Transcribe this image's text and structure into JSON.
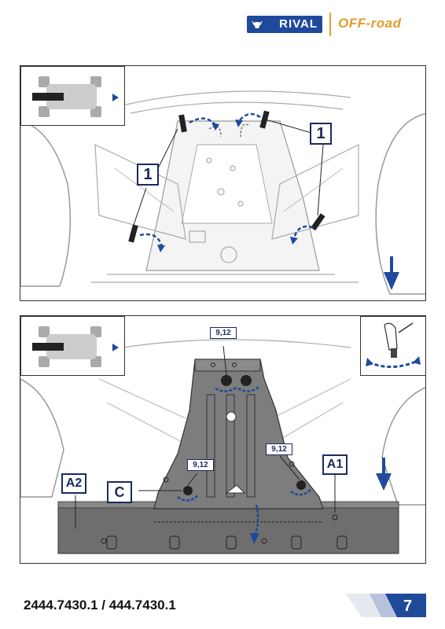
{
  "header": {
    "brand_logo": "RIVAL",
    "sub_logo": "OFF-road"
  },
  "panel1": {
    "callout_left": "1",
    "callout_right": "1"
  },
  "panel2": {
    "tag_top": "9,12",
    "tag_left": "9,12",
    "tag_right": "9,12",
    "label_a1": "A1",
    "label_a2": "A2",
    "label_c": "C"
  },
  "footer": {
    "part_numbers": "2444.7430.1 / 444.7430.1",
    "page_number": "7"
  },
  "colors": {
    "brand_blue": "#1f4a9c",
    "accent_orange": "#e59b2b",
    "arrow_blue": "#1f4a9c",
    "plate_grey": "#7d7d7d"
  }
}
